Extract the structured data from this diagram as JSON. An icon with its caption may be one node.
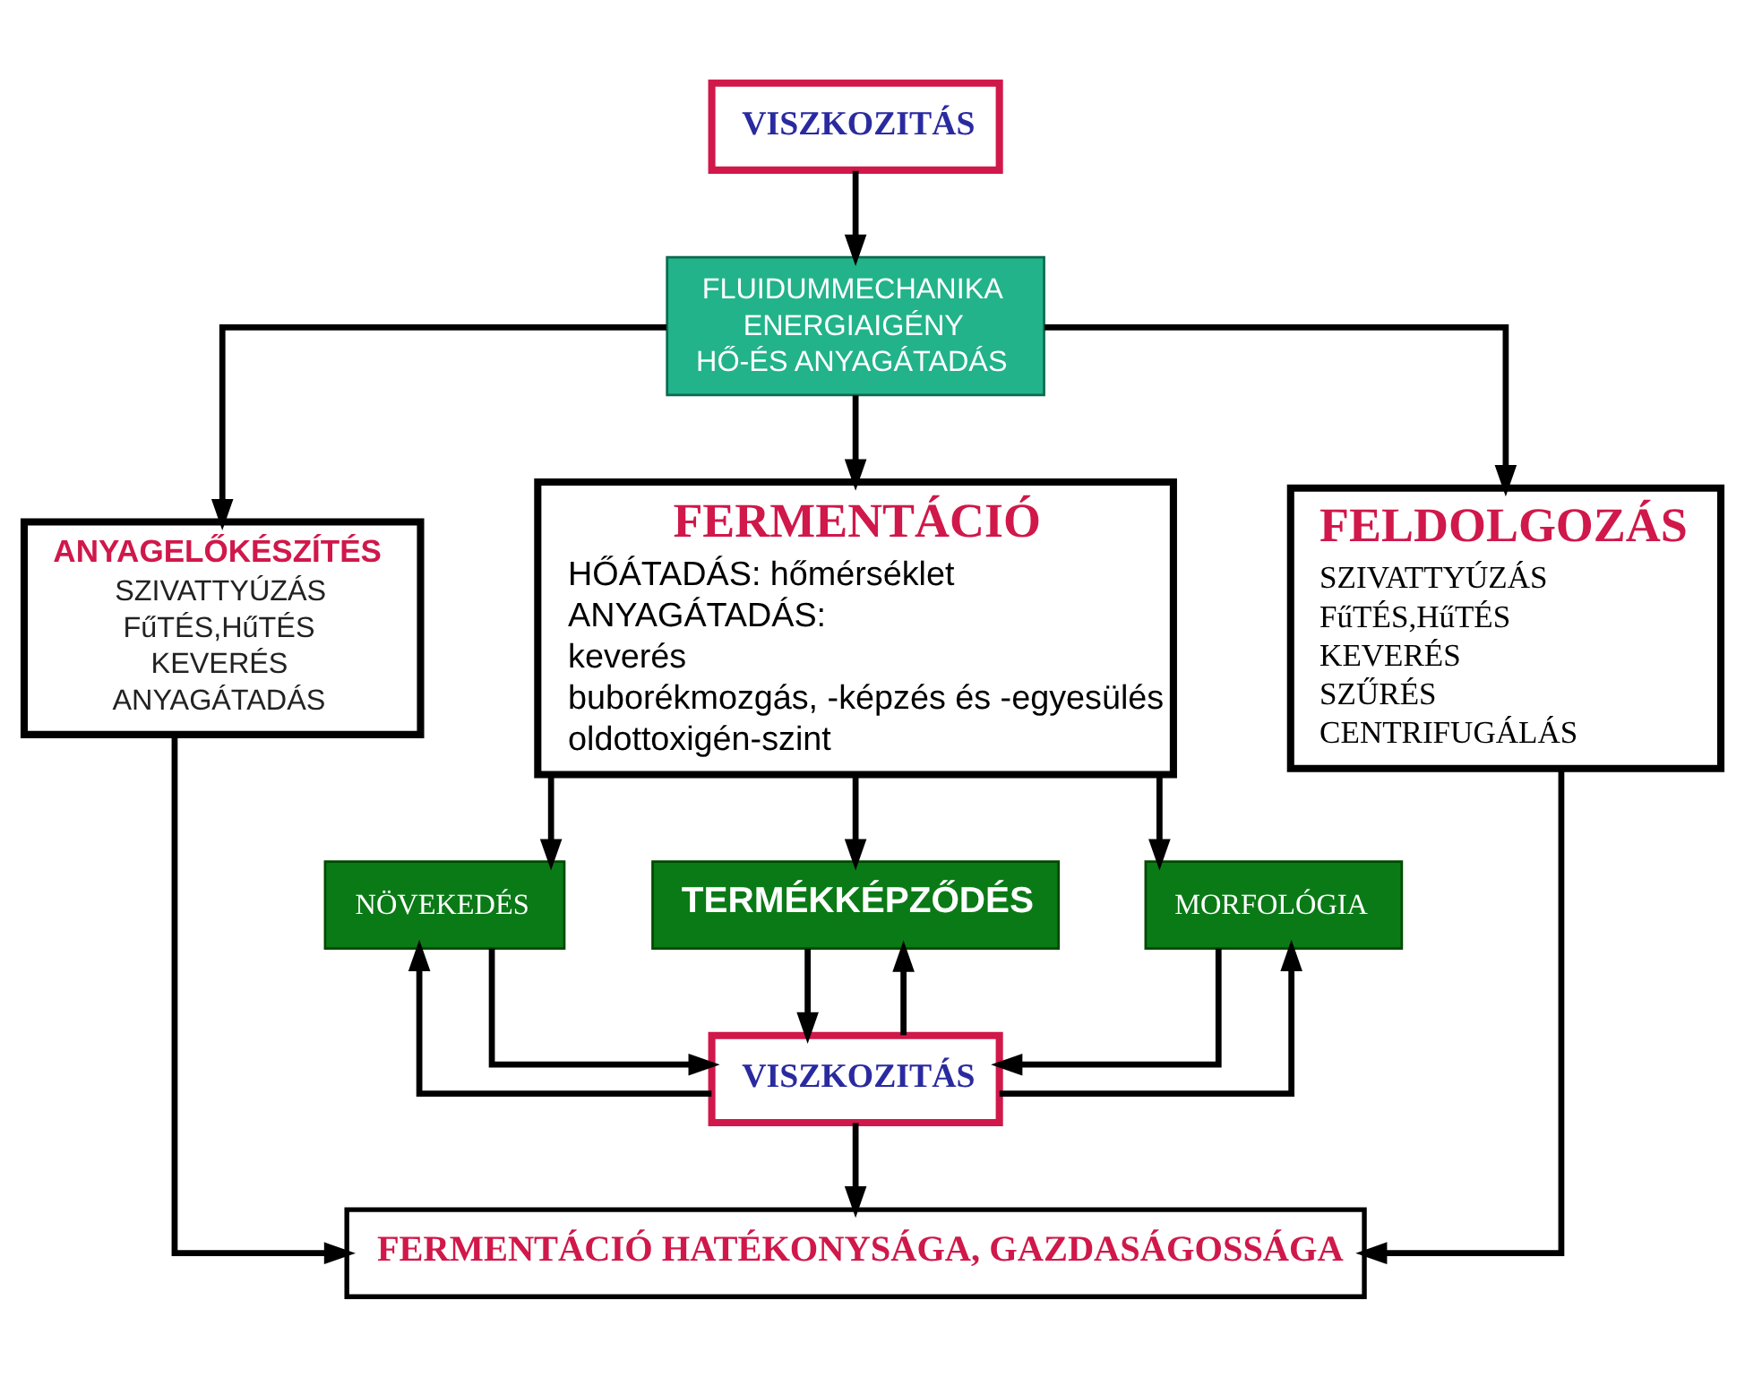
{
  "diagram": {
    "nodes": [
      {
        "text": [
          "VISZKOZITÁS"
        ]
      },
      {
        "text": [
          "FLUIDUMMECHANIKA",
          "ENERGIAIGÉNY",
          "HŐ-ÉS ANYAGÁTADÁS"
        ]
      },
      {
        "text": [
          "ANYAGELŐKÉSZÍTÉS",
          "SZIVATTYÚZÁS",
          "FűTÉS,HűTÉS",
          "KEVERÉS",
          "ANYAGÁTADÁS"
        ]
      },
      {
        "text": [
          "FERMENTÁCIÓ",
          "HŐÁTADÁS: hőmérséklet",
          "ANYAGÁTADÁS:",
          "keverés",
          "buborékmozgás, -képzés és -egyesülés",
          "oldottoxigén-szint"
        ]
      },
      {
        "text": [
          "FELDOLGOZÁS",
          "SZIVATTYÚZÁS",
          "FűTÉS,HűTÉS",
          "KEVERÉS",
          "SZŰRÉS",
          "CENTRIFUGÁLÁS"
        ]
      },
      {
        "text": [
          "NÖVEKEDÉS"
        ]
      },
      {
        "text": [
          "TERMÉKKÉPZŐDÉS"
        ]
      },
      {
        "text": [
          "MORFOLÓGIA"
        ]
      },
      {
        "text": [
          "VISZKOZITÁS"
        ]
      },
      {
        "text": [
          "FERMENTÁCIÓ HATÉKONYSÁGA, GAZDASÁGOSSÁGA"
        ]
      }
    ],
    "edges": [
      {
        "from": 0,
        "to": 1,
        "arrow": "to"
      },
      {
        "from": 1,
        "to": 2,
        "arrow": "to"
      },
      {
        "from": 1,
        "to": 3,
        "arrow": "to"
      },
      {
        "from": 1,
        "to": 4,
        "arrow": "to"
      },
      {
        "from": 3,
        "to": 5,
        "arrow": "to"
      },
      {
        "from": 3,
        "to": 6,
        "arrow": "to"
      },
      {
        "from": 3,
        "to": 7,
        "arrow": "to"
      },
      {
        "from": 5,
        "to": 8,
        "arrow": "to"
      },
      {
        "from": 8,
        "to": 5,
        "arrow": "to"
      },
      {
        "from": 6,
        "to": 8,
        "arrow": "to"
      },
      {
        "from": 8,
        "to": 6,
        "arrow": "to"
      },
      {
        "from": 8,
        "to": 7,
        "arrow": "to"
      },
      {
        "from": 7,
        "to": 8,
        "arrow": "to"
      },
      {
        "from": 8,
        "to": 9,
        "arrow": "to"
      },
      {
        "from": 2,
        "to": 9,
        "arrow": "to"
      },
      {
        "from": 4,
        "to": 9,
        "arrow": "to"
      }
    ]
  }
}
